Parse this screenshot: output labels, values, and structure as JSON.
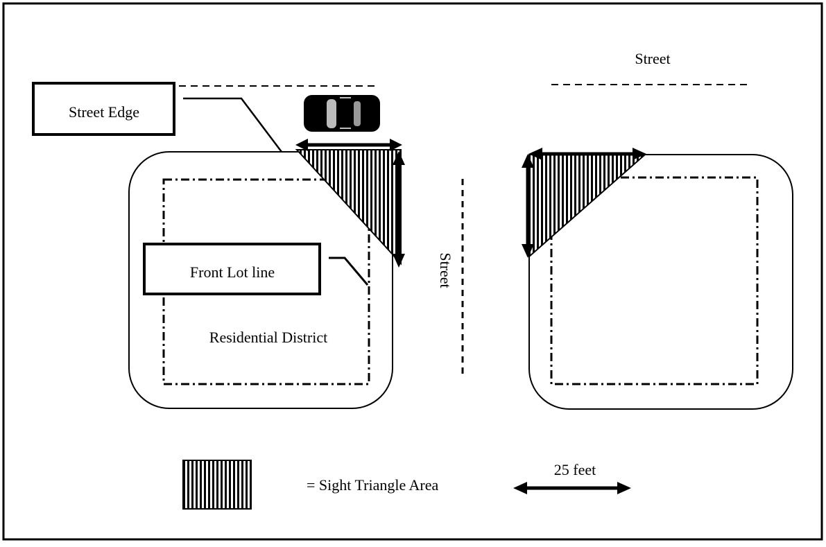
{
  "diagram": {
    "title": "Sight Triangle Area diagram at a street corner",
    "colors": {
      "ink": "#000000",
      "paper": "#ffffff"
    },
    "labels": {
      "street_top": "Street",
      "street_vertical": "Street",
      "street_edge": "Street Edge",
      "front_lot_line": "Front Lot line",
      "district": "Residential District"
    },
    "legend": {
      "sight_triangle": "= Sight Triangle Area",
      "scale": "25 feet"
    },
    "icons": {
      "car": "car-icon",
      "sight_triangle_pattern": "vertical-hatch-pattern",
      "dimension_arrow": "double-headed-arrow"
    },
    "lots": [
      {
        "name": "left-lot",
        "has_sight_triangle": true,
        "corner": "top-right",
        "district_label": "Residential District"
      },
      {
        "name": "right-lot",
        "has_sight_triangle": true,
        "corner": "top-left"
      }
    ]
  }
}
